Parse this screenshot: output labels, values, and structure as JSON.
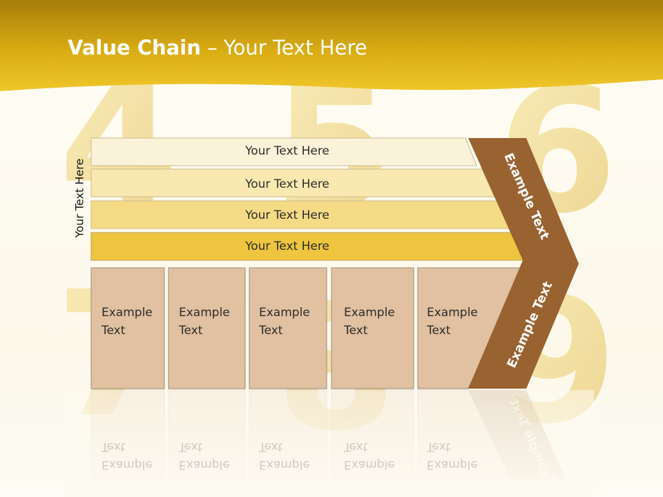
{
  "slide": {
    "title_bold": "Value Chain",
    "title_rest": " – Your Text Here",
    "side_label": "Your Text Here"
  },
  "rows": [
    {
      "label": "Your Text Here"
    },
    {
      "label": "Your Text Here"
    },
    {
      "label": "Your Text Here"
    },
    {
      "label": "Your Text Here"
    }
  ],
  "boxes": [
    {
      "label": "Example\nText"
    },
    {
      "label": "Example\nText"
    },
    {
      "label": "Example\nText"
    },
    {
      "label": "Example\nText"
    },
    {
      "label": "Example\nText"
    }
  ],
  "arrow": {
    "top_label": "Example Text",
    "bottom_label": "Example Text"
  },
  "background_numerals": [
    "4",
    "5",
    "6",
    "7",
    "8",
    "9"
  ],
  "colors": {
    "banner_gold": "#e5b716",
    "row_1": "#fbf3d9",
    "row_2": "#f9e9b1",
    "row_3": "#f6db86",
    "row_4": "#efc53f",
    "box_fill": "#e1c1a1",
    "arrow_brown": "#996231"
  }
}
